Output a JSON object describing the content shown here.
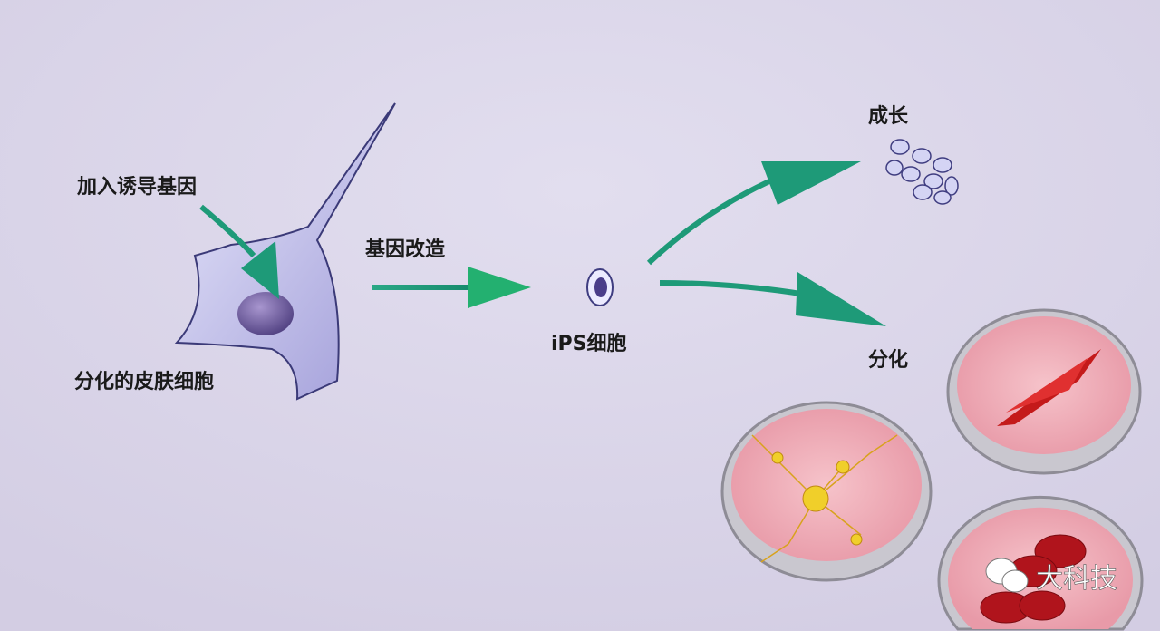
{
  "labels": {
    "add_genes": "加入诱导基因",
    "skin_cell": "分化的皮肤细胞",
    "reprogram": "基因改造",
    "ips_cell": "iPS细胞",
    "grow": "成长",
    "differentiate": "分化"
  },
  "watermark": {
    "text": "大科技",
    "icon": "wechat-icon"
  },
  "colors": {
    "background": "#d8d3e6",
    "arrow": "#1e9a78",
    "cell_body": "#b9b6e4",
    "nucleus": "#6a5a9a",
    "dish_medium": "#f0b4be"
  }
}
